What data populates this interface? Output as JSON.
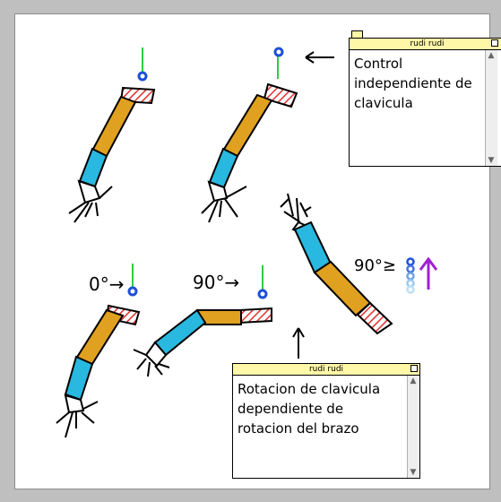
{
  "notes": [
    {
      "title": "rudi rudi",
      "text": [
        "Control",
        "independiente de",
        "clavicula"
      ]
    },
    {
      "title": "rudi rudi",
      "text": [
        "Rotacion de clavicula",
        "dependiente de",
        "rotacion del brazo"
      ]
    }
  ],
  "drawing": {
    "labels": {
      "angle_0": "0°→",
      "angle_90_a": "90°→",
      "angle_90_b": "90°≥"
    }
  },
  "colors": {
    "upper_arm": "#e0a020",
    "forearm": "#28b8e0",
    "clavicle_hatch": "#e03030",
    "joint_ring": "#1d4fd8",
    "pointer_green": "#2ecc40",
    "arrow_purple": "#a020d0",
    "note_title_bg": "#fff7a8"
  }
}
